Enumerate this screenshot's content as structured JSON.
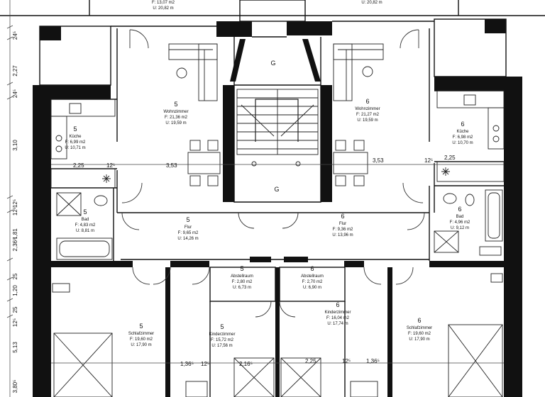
{
  "top_labels": {
    "left_area": "F: 13,07 m2",
    "left_perim": "U: 20,82 m",
    "right_perim": "U: 20,82 m"
  },
  "rooms": [
    {
      "id": "wohn5",
      "num": "5",
      "name": "Wohnzimmer",
      "area": "F: 21,36 m2",
      "perim": "U: 19,59 m"
    },
    {
      "id": "kueche5",
      "num": "5",
      "name": "Küche",
      "area": "F: 6,99 m2",
      "perim": "U: 10,71 m"
    },
    {
      "id": "bad5",
      "num": "5",
      "name": "Bad",
      "area": "F: 4,83 m2",
      "perim": "U: 8,81 m"
    },
    {
      "id": "flur5",
      "num": "5",
      "name": "Flur",
      "area": "F: 9,65 m2",
      "perim": "U: 14,26 m"
    },
    {
      "id": "abst5",
      "num": "5",
      "name": "Abstellraum",
      "area": "F: 2,80 m2",
      "perim": "U: 6,73 m"
    },
    {
      "id": "schlaf5",
      "num": "5",
      "name": "Schlafzimmer",
      "area": "F: 19,60 m2",
      "perim": "U: 17,90 m"
    },
    {
      "id": "kind5",
      "num": "5",
      "name": "Kinderzimmer",
      "area": "F: 15,72 m2",
      "perim": "U: 17,56 m"
    },
    {
      "id": "wohn6",
      "num": "6",
      "name": "Wohnzimmer",
      "area": "F: 21,27 m2",
      "perim": "U: 19,59 m"
    },
    {
      "id": "kueche6",
      "num": "6",
      "name": "Küche",
      "area": "F: 6,98 m2",
      "perim": "U: 10,70 m"
    },
    {
      "id": "bad6",
      "num": "6",
      "name": "Bad",
      "area": "F: 4,96 m2",
      "perim": "U: 9,12 m"
    },
    {
      "id": "flur6",
      "num": "6",
      "name": "Flur",
      "area": "F: 9,36 m2",
      "perim": "U: 13,96 m"
    },
    {
      "id": "abst6",
      "num": "6",
      "name": "Abstellraum",
      "area": "F: 2,70 m2",
      "perim": "U: 6,90 m"
    },
    {
      "id": "kind6",
      "num": "6",
      "name": "Kinderzimmer",
      "area": "F: 16,04 m2",
      "perim": "U: 17,74 m"
    },
    {
      "id": "schlaf6",
      "num": "6",
      "name": "Schlafzimmer",
      "area": "F: 19,60 m2",
      "perim": "U: 17,90 m"
    }
  ],
  "stair_labels": [
    "G",
    "G"
  ],
  "dims_h": [
    "2,25",
    "12⁵",
    "3,53",
    "3,53",
    "12⁵",
    "2,25",
    "1,36⁵",
    "12⁵",
    "2,16⁵",
    "2,25",
    "12⁵",
    "1,36⁵"
  ],
  "dims_v": [
    "24⁵",
    "2,27",
    "24⁵",
    "3,10",
    "12⁵",
    "1,81",
    "12⁵",
    "2,36⁵",
    "25",
    "1,20",
    "25",
    "12⁵",
    "5,13",
    "3,80⁵"
  ]
}
